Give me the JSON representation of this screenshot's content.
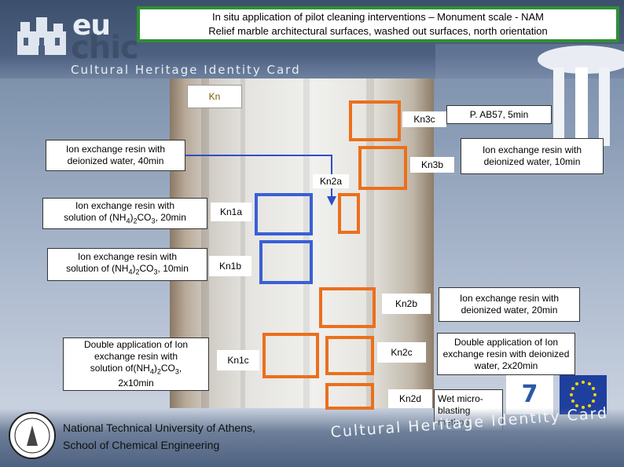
{
  "header": {
    "title_line1": "In situ application of pilot cleaning interventions – Monument scale - NAM",
    "title_line2": "Relief marble architectural surfaces, washed out surfaces, north orientation"
  },
  "logo": {
    "eu": "eu",
    "chic": "chic",
    "tagline": "Cultural Heritage Identity Card"
  },
  "photo": {
    "kn_label": "Kn"
  },
  "tags": {
    "kn3c": "Kn3c",
    "kn3b": "Kn3b",
    "kn2a": "Kn2a",
    "kn1a": "Kn1a",
    "kn1b": "Kn1b",
    "kn2b": "Kn2b",
    "kn2c": "Kn2c",
    "kn1c": "Kn1c",
    "kn2d": "Kn2d"
  },
  "labels": {
    "ab57": "P. AB57, 5min",
    "ier_40": "Ion exchange resin with deionized water, 40min",
    "ier_10": "Ion exchange resin with deionized water, 10min",
    "nh4_20_a": "Ion exchange resin with",
    "nh4_20_b": "solution of (NH",
    "nh4_20_c": "4",
    "nh4_20_d": ")",
    "nh4_20_e": "2",
    "nh4_20_f": "CO",
    "nh4_20_g": "3",
    "nh4_20_h": ", 20min",
    "nh4_10_a": "Ion exchange resin with",
    "nh4_10_b": "solution of (NH",
    "nh4_10_c": "4",
    "nh4_10_d": ")",
    "nh4_10_e": "2",
    "nh4_10_f": "CO",
    "nh4_10_g": "3",
    "nh4_10_h": ", 10min",
    "ier_20": "Ion exchange resin with deionized water, 20min",
    "double_ier": "Double application of Ion exchange resin with deionized water, 2x20min",
    "double_nh4_a": "Double application of Ion exchange resin with",
    "double_nh4_b": "solution of(NH",
    "double_nh4_c": "4",
    "double_nh4_d": ")",
    "double_nh4_e": "2",
    "double_nh4_f": "CO",
    "double_nh4_g": "3",
    "double_nh4_h": ",",
    "double_nh4_i": "2x10min",
    "wet": "Wet micro-blasting method"
  },
  "footer": {
    "university_line1": "National Technical University of Athens,",
    "university_line2": "School of Chemical Engineering",
    "tagline": "Cultural Heritage Identity Card"
  },
  "colors": {
    "orange": "#ec6f1c",
    "blue": "#3a5fd6",
    "green_border": "#2e8f35"
  }
}
